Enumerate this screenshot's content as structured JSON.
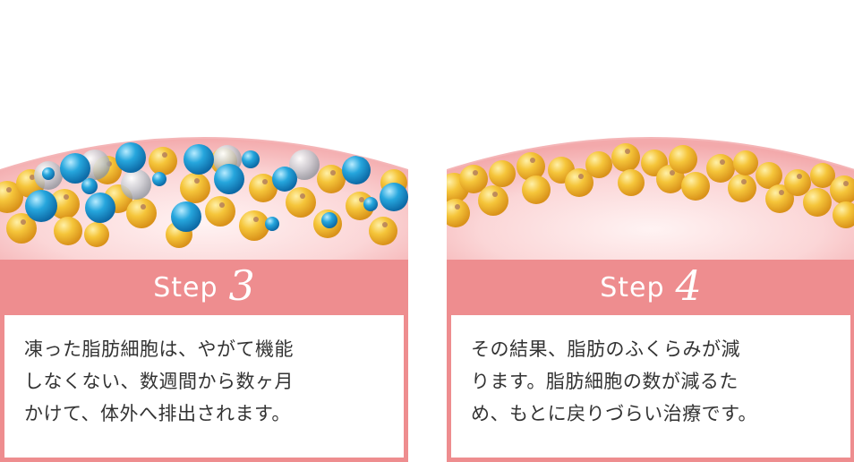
{
  "steps": [
    {
      "step_label": "Step",
      "step_number": "3",
      "lines": [
        "凍った脂肪細胞は、やがて機能",
        "しなくない、数週間から数ヶ月",
        "かけて、体外へ排出されます。"
      ]
    },
    {
      "step_label": "Step",
      "step_number": "4",
      "lines": [
        "その結果、脂肪のふくらみが減",
        "ります。脂肪細胞の数が減るた",
        "め、もとに戻りづらい治療です。"
      ]
    }
  ],
  "colors": {
    "band": "#ee8d8f",
    "skin_light": "#fde7e7",
    "skin_mid": "#f7c3c5",
    "fat_cell": "#f2b824",
    "blue_cell": "#1a9bd6",
    "grey_cell": "#b9bec4"
  }
}
